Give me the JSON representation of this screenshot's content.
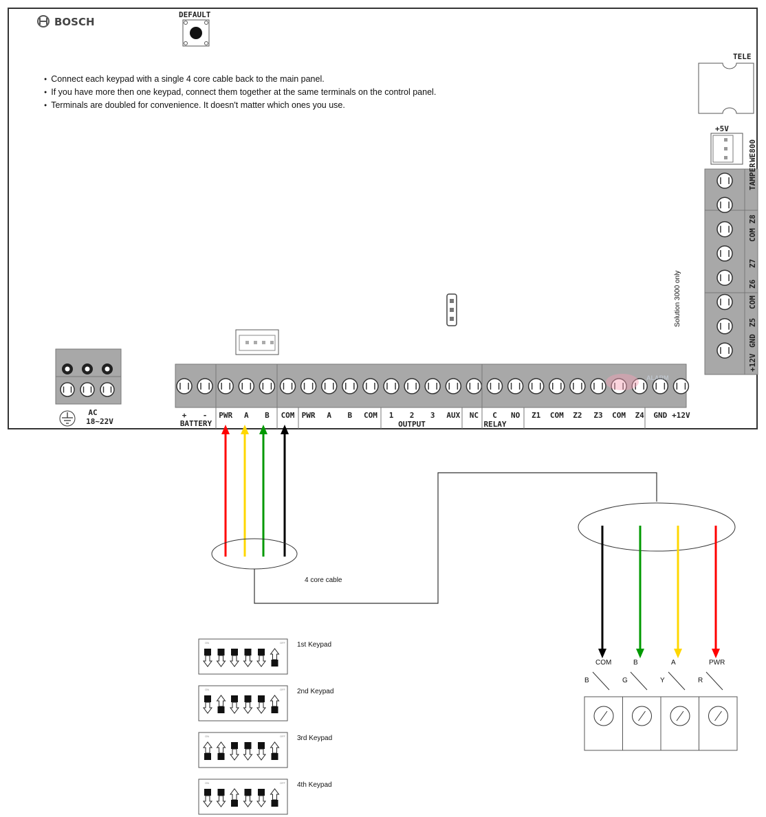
{
  "panel": {
    "brand": "BOSCH",
    "default_button_label": "DEFAULT",
    "tele_label": "TELE",
    "five_volt_label": "+5V",
    "we800_label": "WE800",
    "solution_note": "Solution 3000 only",
    "ac_label": "AC",
    "ac_voltage": "18~22V",
    "battery_label": "BATTERY",
    "output_group_label": "OUTPUT",
    "relay_group_label": "RELAY",
    "watermark": "ALARM"
  },
  "notes": [
    "Connect each keypad with a single 4 core cable back to the main panel.",
    "If you have more then one keypad, connect them together at the same terminals on the control panel.",
    "Terminals are doubled for convenience. It doesn't matter which ones you use."
  ],
  "bottom_terminals": [
    "+",
    "-",
    "PWR",
    "A",
    "B",
    "COM",
    "PWR",
    "A",
    "B",
    "COM",
    "1",
    "2",
    "3",
    "AUX",
    "NC",
    "C",
    "NO",
    "Z1",
    "COM",
    "Z2",
    "Z3",
    "COM",
    "Z4",
    "GND",
    "+12V"
  ],
  "side_terminals": [
    "TAMPER",
    "COM Z8",
    "Z7",
    "Z6",
    "COM",
    "Z5",
    "GND",
    "+12V"
  ],
  "cable": {
    "label": "4 core cable",
    "wires": [
      {
        "name": "PWR",
        "color": "#ff0000"
      },
      {
        "name": "A",
        "color": "#ffd700"
      },
      {
        "name": "B",
        "color": "#009900"
      },
      {
        "name": "COM",
        "color": "#000000"
      }
    ]
  },
  "keypad_terminal": {
    "wires": [
      {
        "name": "COM",
        "abbr": "B",
        "color": "#000000"
      },
      {
        "name": "B",
        "abbr": "G",
        "color": "#009900"
      },
      {
        "name": "A",
        "abbr": "Y",
        "color": "#ffd700"
      },
      {
        "name": "PWR",
        "abbr": "R",
        "color": "#ff0000"
      }
    ]
  },
  "keypads": [
    {
      "label": "1st Keypad",
      "switches": [
        "down",
        "down",
        "down",
        "down",
        "down",
        "up"
      ]
    },
    {
      "label": "2nd Keypad",
      "switches": [
        "down",
        "up",
        "down",
        "down",
        "down",
        "up"
      ]
    },
    {
      "label": "3rd Keypad",
      "switches": [
        "up",
        "up",
        "down",
        "down",
        "down",
        "up"
      ]
    },
    {
      "label": "4th Keypad",
      "switches": [
        "down",
        "down",
        "up",
        "down",
        "down",
        "up"
      ]
    }
  ],
  "dip_switch_markers": [
    "ON",
    "OFF"
  ]
}
